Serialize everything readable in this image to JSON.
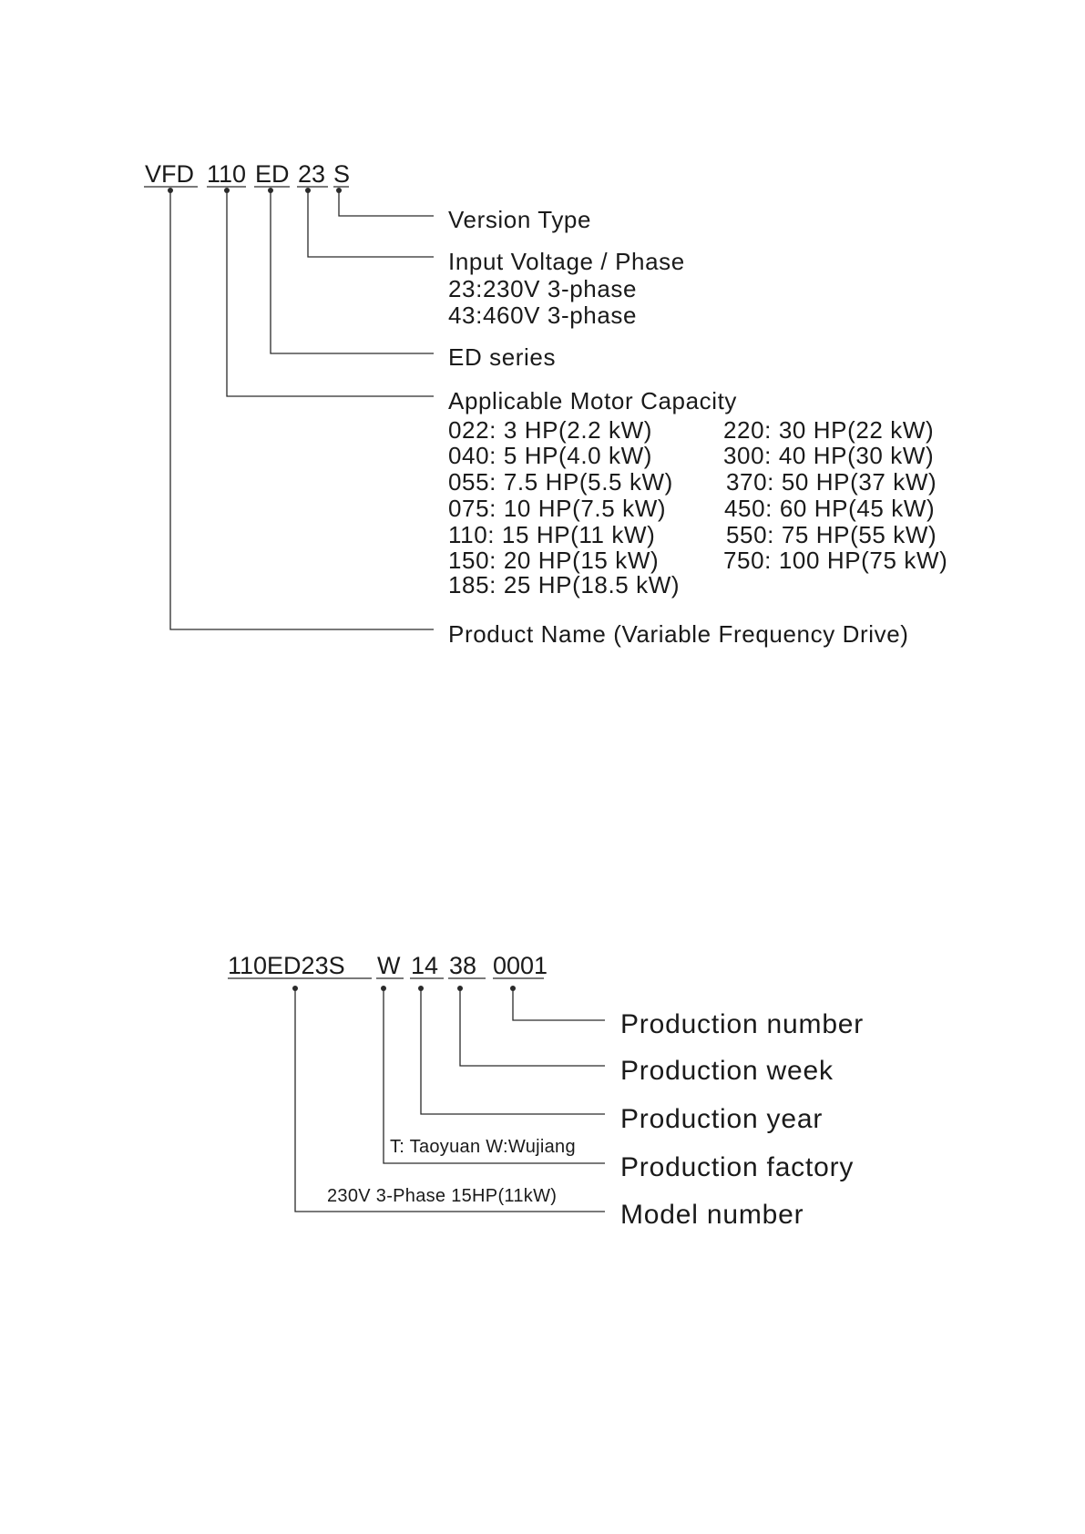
{
  "model_code": {
    "segments": [
      "VFD",
      "110",
      "ED",
      "23",
      "S"
    ],
    "labels": {
      "version_type": "Version Type",
      "input_voltage_title": "Input Voltage / Phase",
      "input_voltage_options": [
        "23:230V 3-phase",
        "43:460V 3-phase"
      ],
      "series": "ED series",
      "motor_capacity_title": "Applicable Motor Capacity",
      "product_name": "Product Name (Variable Frequency Drive)"
    },
    "capacity_left": [
      "022: 3 HP(2.2 kW)",
      "040: 5 HP(4.0 kW)",
      "055: 7.5 HP(5.5 kW)",
      "075: 10 HP(7.5 kW)",
      "110: 15 HP(11 kW)",
      "150: 20 HP(15 kW)",
      "185: 25 HP(18.5 kW)"
    ],
    "capacity_right": [
      "220: 30 HP(22 kW)",
      "300: 40 HP(30 kW)",
      "370: 50 HP(37 kW)",
      "450: 60 HP(45 kW)",
      "550: 75 HP(55 kW)",
      "750: 100 HP(75 kW)"
    ]
  },
  "serial_code": {
    "segments": [
      "110ED23S",
      "W",
      "14",
      "38",
      "0001"
    ],
    "labels": {
      "production_number": "Production number",
      "production_week": "Production week",
      "production_year": "Production year",
      "production_factory": "Production factory",
      "model_number": "Model number"
    },
    "notes": {
      "factory_note": "T: Taoyuan  W:Wujiang",
      "model_note": "230V 3-Phase 15HP(11kW)"
    }
  },
  "colors": {
    "text": "#1a1a1a",
    "line": "#2a2a2a"
  }
}
